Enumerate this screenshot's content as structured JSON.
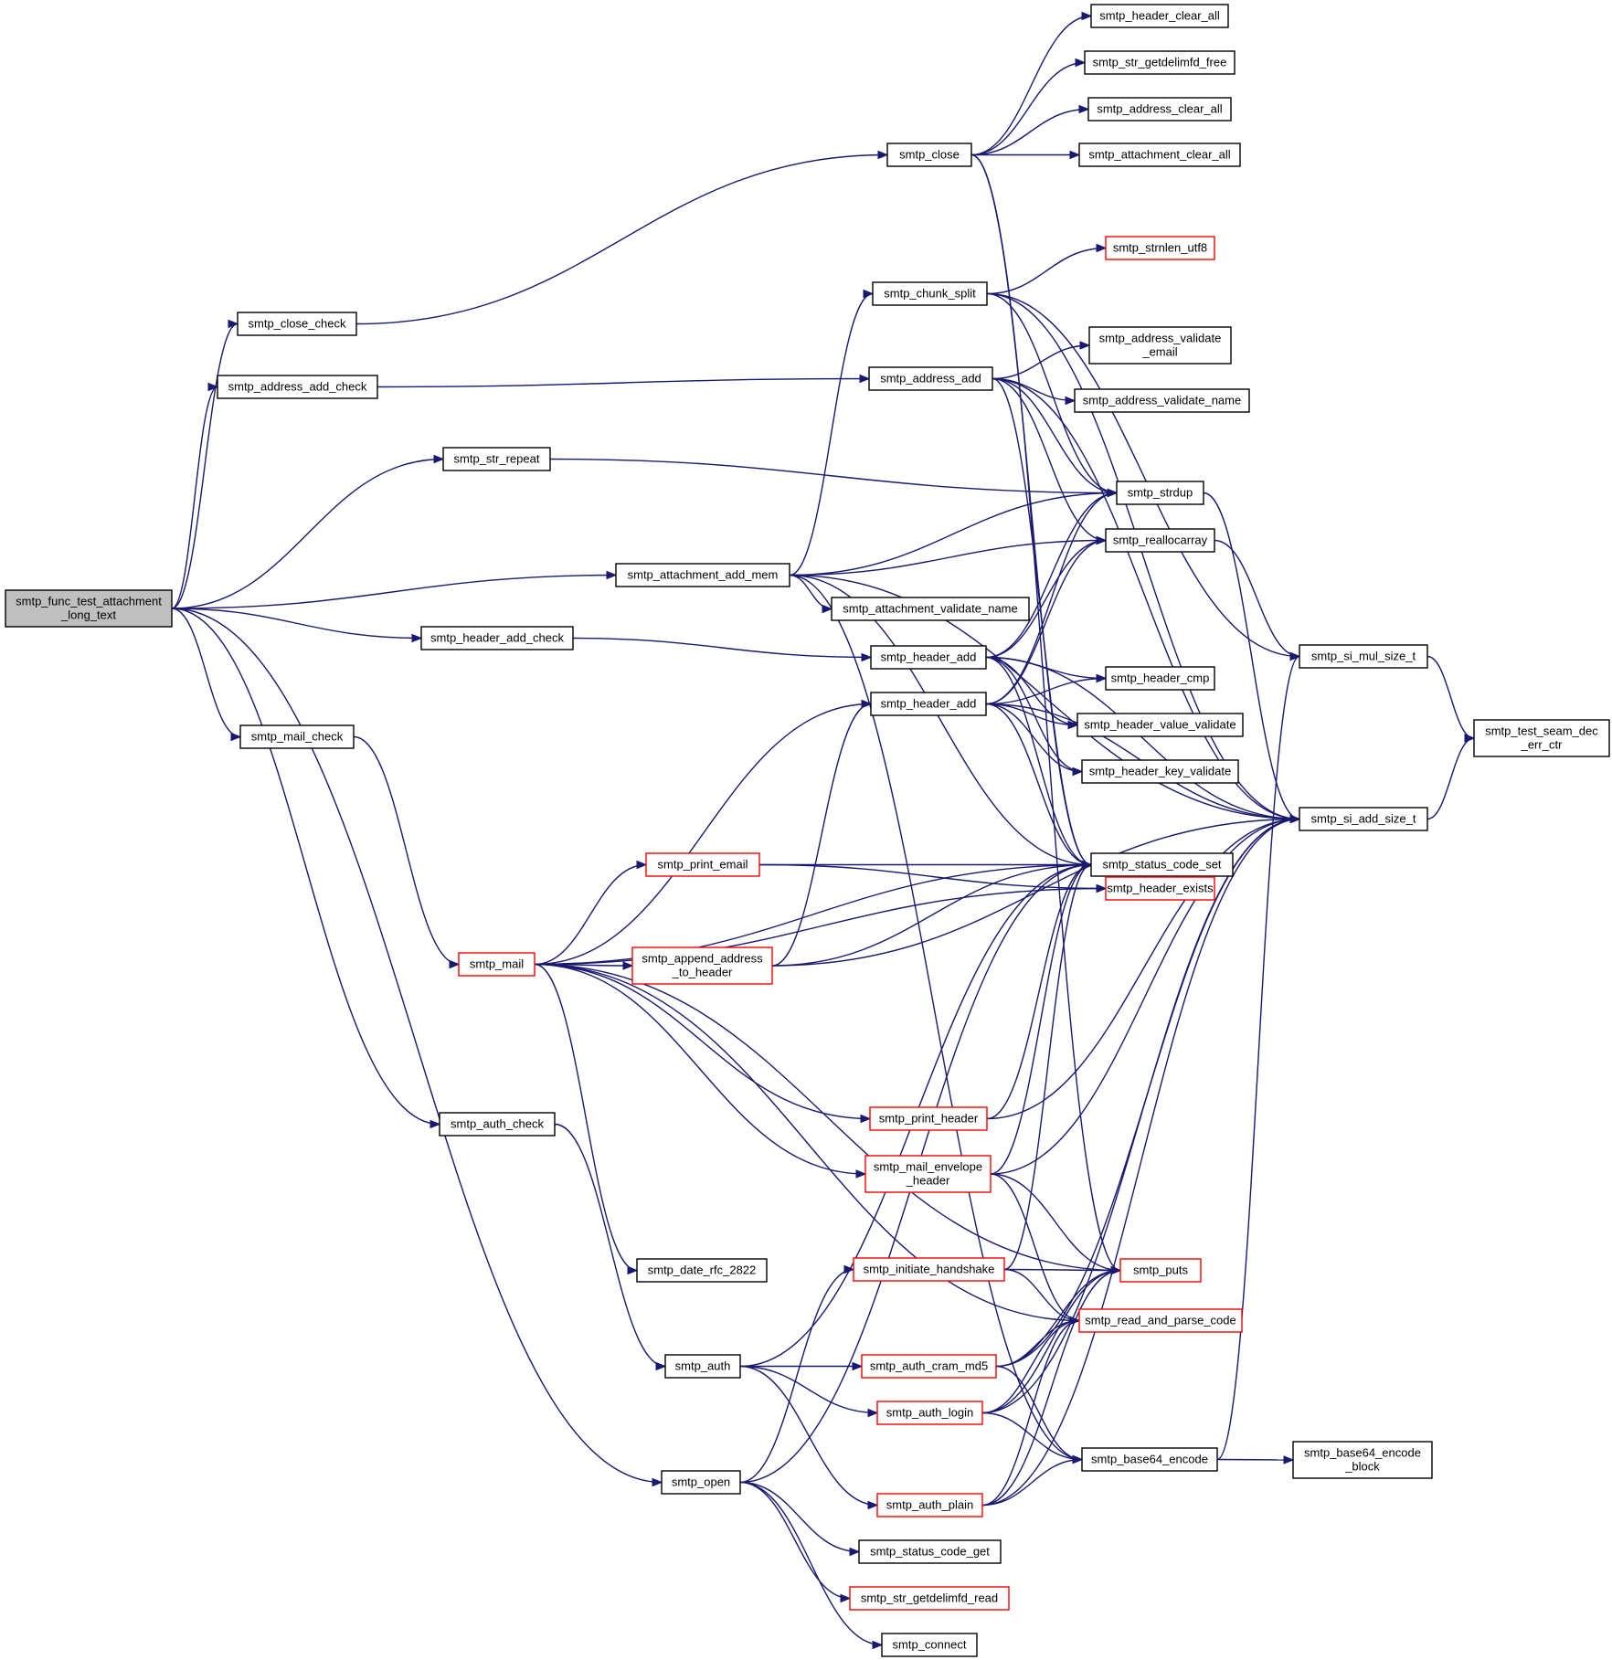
{
  "colors": {
    "edge": "#191970",
    "node_border": "#000000",
    "node_border_highlight": "#ff0000",
    "root_fill": "#bfbfbf",
    "background": "#ffffff"
  },
  "nodes": [
    {
      "id": "root",
      "lines": [
        "smtp_func_test_attachment",
        "_long_text"
      ],
      "root": true
    },
    {
      "id": "close_check",
      "lines": [
        "smtp_close_check"
      ]
    },
    {
      "id": "address_add_check",
      "lines": [
        "smtp_address_add_check"
      ]
    },
    {
      "id": "str_repeat",
      "lines": [
        "smtp_str_repeat"
      ]
    },
    {
      "id": "attachment_add_mem",
      "lines": [
        "smtp_attachment_add_mem"
      ]
    },
    {
      "id": "header_add_check",
      "lines": [
        "smtp_header_add_check"
      ]
    },
    {
      "id": "mail_check",
      "lines": [
        "smtp_mail_check"
      ]
    },
    {
      "id": "auth_check",
      "lines": [
        "smtp_auth_check"
      ]
    },
    {
      "id": "open",
      "lines": [
        "smtp_open"
      ]
    },
    {
      "id": "mail",
      "lines": [
        "smtp_mail"
      ],
      "red": true
    },
    {
      "id": "auth",
      "lines": [
        "smtp_auth"
      ]
    },
    {
      "id": "close",
      "lines": [
        "smtp_close"
      ]
    },
    {
      "id": "chunk_split",
      "lines": [
        "smtp_chunk_split"
      ]
    },
    {
      "id": "address_add",
      "lines": [
        "smtp_address_add"
      ]
    },
    {
      "id": "header_add_a",
      "lines": [
        "smtp_header_add"
      ]
    },
    {
      "id": "header_add_b",
      "lines": [
        "smtp_header_add"
      ]
    },
    {
      "id": "print_email",
      "lines": [
        "smtp_print_email"
      ],
      "red": true
    },
    {
      "id": "append_address",
      "lines": [
        "smtp_append_address",
        "_to_header"
      ],
      "red": true
    },
    {
      "id": "print_header",
      "lines": [
        "smtp_print_header"
      ],
      "red": true
    },
    {
      "id": "mail_envelope",
      "lines": [
        "smtp_mail_envelope",
        "_header"
      ],
      "red": true
    },
    {
      "id": "date_rfc",
      "lines": [
        "smtp_date_rfc_2822"
      ]
    },
    {
      "id": "initiate_handshake",
      "lines": [
        "smtp_initiate_handshake"
      ],
      "red": true
    },
    {
      "id": "auth_cram",
      "lines": [
        "smtp_auth_cram_md5"
      ],
      "red": true
    },
    {
      "id": "auth_login",
      "lines": [
        "smtp_auth_login"
      ],
      "red": true
    },
    {
      "id": "auth_plain",
      "lines": [
        "smtp_auth_plain"
      ],
      "red": true
    },
    {
      "id": "status_code_get",
      "lines": [
        "smtp_status_code_get"
      ]
    },
    {
      "id": "str_getdelimfd_read",
      "lines": [
        "smtp_str_getdelimfd_read"
      ],
      "red": true
    },
    {
      "id": "connect",
      "lines": [
        "smtp_connect"
      ]
    },
    {
      "id": "attachment_validate_name",
      "lines": [
        "smtp_attachment_validate_name"
      ]
    },
    {
      "id": "header_clear_all",
      "lines": [
        "smtp_header_clear_all"
      ]
    },
    {
      "id": "str_getdelimfd_free",
      "lines": [
        "smtp_str_getdelimfd_free"
      ]
    },
    {
      "id": "address_clear_all",
      "lines": [
        "smtp_address_clear_all"
      ]
    },
    {
      "id": "attachment_clear_all",
      "lines": [
        "smtp_attachment_clear_all"
      ]
    },
    {
      "id": "strnlen_utf8",
      "lines": [
        "smtp_strnlen_utf8"
      ],
      "red": true
    },
    {
      "id": "address_validate_email",
      "lines": [
        "smtp_address_validate",
        "_email"
      ]
    },
    {
      "id": "address_validate_name",
      "lines": [
        "smtp_address_validate_name"
      ]
    },
    {
      "id": "strdup",
      "lines": [
        "smtp_strdup"
      ]
    },
    {
      "id": "reallocarray",
      "lines": [
        "smtp_reallocarray"
      ]
    },
    {
      "id": "header_cmp",
      "lines": [
        "smtp_header_cmp"
      ]
    },
    {
      "id": "header_value_validate",
      "lines": [
        "smtp_header_value_validate"
      ]
    },
    {
      "id": "header_key_validate",
      "lines": [
        "smtp_header_key_validate"
      ]
    },
    {
      "id": "status_code_set",
      "lines": [
        "smtp_status_code_set"
      ]
    },
    {
      "id": "header_exists",
      "lines": [
        "smtp_header_exists"
      ],
      "red": true
    },
    {
      "id": "puts",
      "lines": [
        "smtp_puts"
      ],
      "red": true
    },
    {
      "id": "read_and_parse_code",
      "lines": [
        "smtp_read_and_parse_code"
      ],
      "red": true
    },
    {
      "id": "base64_encode",
      "lines": [
        "smtp_base64_encode"
      ]
    },
    {
      "id": "si_mul_size_t",
      "lines": [
        "smtp_si_mul_size_t"
      ]
    },
    {
      "id": "si_add_size_t",
      "lines": [
        "smtp_si_add_size_t"
      ]
    },
    {
      "id": "test_seam",
      "lines": [
        "smtp_test_seam_dec",
        "_err_ctr"
      ]
    },
    {
      "id": "base64_encode_block",
      "lines": [
        "smtp_base64_encode",
        "_block"
      ]
    }
  ],
  "edges": [
    [
      "root",
      "close_check"
    ],
    [
      "root",
      "address_add_check"
    ],
    [
      "root",
      "str_repeat"
    ],
    [
      "root",
      "attachment_add_mem"
    ],
    [
      "root",
      "header_add_check"
    ],
    [
      "root",
      "mail_check"
    ],
    [
      "root",
      "auth_check"
    ],
    [
      "root",
      "open"
    ],
    [
      "close_check",
      "close"
    ],
    [
      "address_add_check",
      "address_add"
    ],
    [
      "str_repeat",
      "strdup"
    ],
    [
      "attachment_add_mem",
      "chunk_split"
    ],
    [
      "attachment_add_mem",
      "strdup"
    ],
    [
      "attachment_add_mem",
      "reallocarray"
    ],
    [
      "attachment_add_mem",
      "attachment_validate_name"
    ],
    [
      "attachment_add_mem",
      "si_add_size_t"
    ],
    [
      "attachment_add_mem",
      "status_code_set"
    ],
    [
      "attachment_add_mem",
      "base64_encode"
    ],
    [
      "header_add_check",
      "header_add_a"
    ],
    [
      "mail_check",
      "mail"
    ],
    [
      "auth_check",
      "auth"
    ],
    [
      "open",
      "status_code_get"
    ],
    [
      "open",
      "str_getdelimfd_read"
    ],
    [
      "open",
      "connect"
    ],
    [
      "open",
      "initiate_handshake"
    ],
    [
      "open",
      "status_code_set"
    ],
    [
      "mail",
      "header_add_b"
    ],
    [
      "mail",
      "status_code_set"
    ],
    [
      "mail",
      "print_email"
    ],
    [
      "mail",
      "header_exists"
    ],
    [
      "mail",
      "append_address"
    ],
    [
      "mail",
      "print_header"
    ],
    [
      "mail",
      "mail_envelope"
    ],
    [
      "mail",
      "puts"
    ],
    [
      "mail",
      "date_rfc"
    ],
    [
      "mail",
      "read_and_parse_code"
    ],
    [
      "auth",
      "status_code_set"
    ],
    [
      "auth",
      "auth_cram"
    ],
    [
      "auth",
      "auth_login"
    ],
    [
      "auth",
      "auth_plain"
    ],
    [
      "close",
      "header_clear_all"
    ],
    [
      "close",
      "str_getdelimfd_free"
    ],
    [
      "close",
      "address_clear_all"
    ],
    [
      "close",
      "attachment_clear_all"
    ],
    [
      "close",
      "status_code_set"
    ],
    [
      "close",
      "puts"
    ],
    [
      "chunk_split",
      "strnlen_utf8"
    ],
    [
      "chunk_split",
      "si_mul_size_t"
    ],
    [
      "chunk_split",
      "si_add_size_t"
    ],
    [
      "chunk_split",
      "strdup"
    ],
    [
      "address_add",
      "address_validate_email"
    ],
    [
      "address_add",
      "address_validate_name"
    ],
    [
      "address_add",
      "strdup"
    ],
    [
      "address_add",
      "reallocarray"
    ],
    [
      "address_add",
      "si_add_size_t"
    ],
    [
      "address_add",
      "status_code_set"
    ],
    [
      "header_add_a",
      "strdup"
    ],
    [
      "header_add_a",
      "reallocarray"
    ],
    [
      "header_add_a",
      "header_cmp"
    ],
    [
      "header_add_a",
      "header_value_validate"
    ],
    [
      "header_add_a",
      "header_key_validate"
    ],
    [
      "header_add_a",
      "status_code_set"
    ],
    [
      "header_add_a",
      "si_add_size_t"
    ],
    [
      "header_add_b",
      "strdup"
    ],
    [
      "header_add_b",
      "reallocarray"
    ],
    [
      "header_add_b",
      "header_cmp"
    ],
    [
      "header_add_b",
      "header_value_validate"
    ],
    [
      "header_add_b",
      "header_key_validate"
    ],
    [
      "header_add_b",
      "status_code_set"
    ],
    [
      "header_add_b",
      "si_add_size_t"
    ],
    [
      "print_email",
      "status_code_set"
    ],
    [
      "print_email",
      "header_exists"
    ],
    [
      "append_address",
      "header_add_b"
    ],
    [
      "append_address",
      "status_code_set"
    ],
    [
      "append_address",
      "si_add_size_t"
    ],
    [
      "print_header",
      "status_code_set"
    ],
    [
      "print_header",
      "si_add_size_t"
    ],
    [
      "mail_envelope",
      "status_code_set"
    ],
    [
      "mail_envelope",
      "si_add_size_t"
    ],
    [
      "mail_envelope",
      "puts"
    ],
    [
      "mail_envelope",
      "read_and_parse_code"
    ],
    [
      "initiate_handshake",
      "status_code_set"
    ],
    [
      "initiate_handshake",
      "puts"
    ],
    [
      "initiate_handshake",
      "read_and_parse_code"
    ],
    [
      "auth_cram",
      "puts"
    ],
    [
      "auth_cram",
      "read_and_parse_code"
    ],
    [
      "auth_cram",
      "base64_encode"
    ],
    [
      "auth_cram",
      "si_add_size_t"
    ],
    [
      "auth_login",
      "puts"
    ],
    [
      "auth_login",
      "read_and_parse_code"
    ],
    [
      "auth_login",
      "base64_encode"
    ],
    [
      "auth_login",
      "si_add_size_t"
    ],
    [
      "auth_plain",
      "puts"
    ],
    [
      "auth_plain",
      "read_and_parse_code"
    ],
    [
      "auth_plain",
      "base64_encode"
    ],
    [
      "auth_plain",
      "si_add_size_t"
    ],
    [
      "strdup",
      "si_add_size_t"
    ],
    [
      "reallocarray",
      "si_mul_size_t"
    ],
    [
      "si_mul_size_t",
      "test_seam"
    ],
    [
      "si_add_size_t",
      "test_seam"
    ],
    [
      "base64_encode",
      "base64_encode_block"
    ],
    [
      "base64_encode",
      "si_mul_size_t"
    ]
  ]
}
